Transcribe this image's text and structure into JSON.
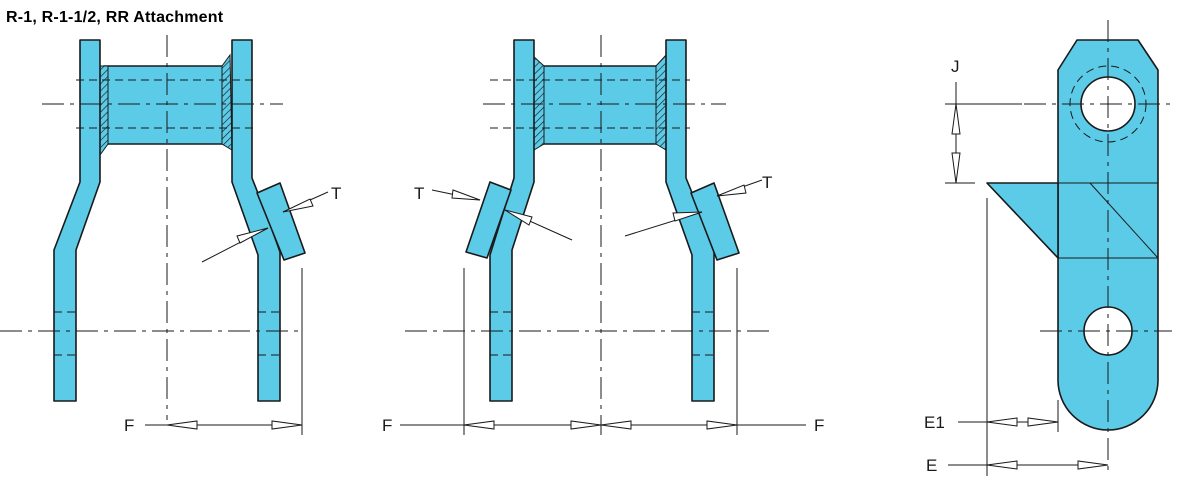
{
  "title": "R-1, R-1-1/2, RR Attachment",
  "colors": {
    "part_fill": "#5bcbe8",
    "line": "#1a1a1a",
    "background": "#ffffff"
  },
  "views": {
    "left": {
      "labels": {
        "T": "T",
        "F": "F"
      }
    },
    "middle": {
      "labels": {
        "T_left": "T",
        "T_right": "T",
        "F_left": "F",
        "F_right": "F"
      }
    },
    "right": {
      "labels": {
        "J": "J",
        "E1": "E1",
        "E": "E"
      }
    }
  }
}
